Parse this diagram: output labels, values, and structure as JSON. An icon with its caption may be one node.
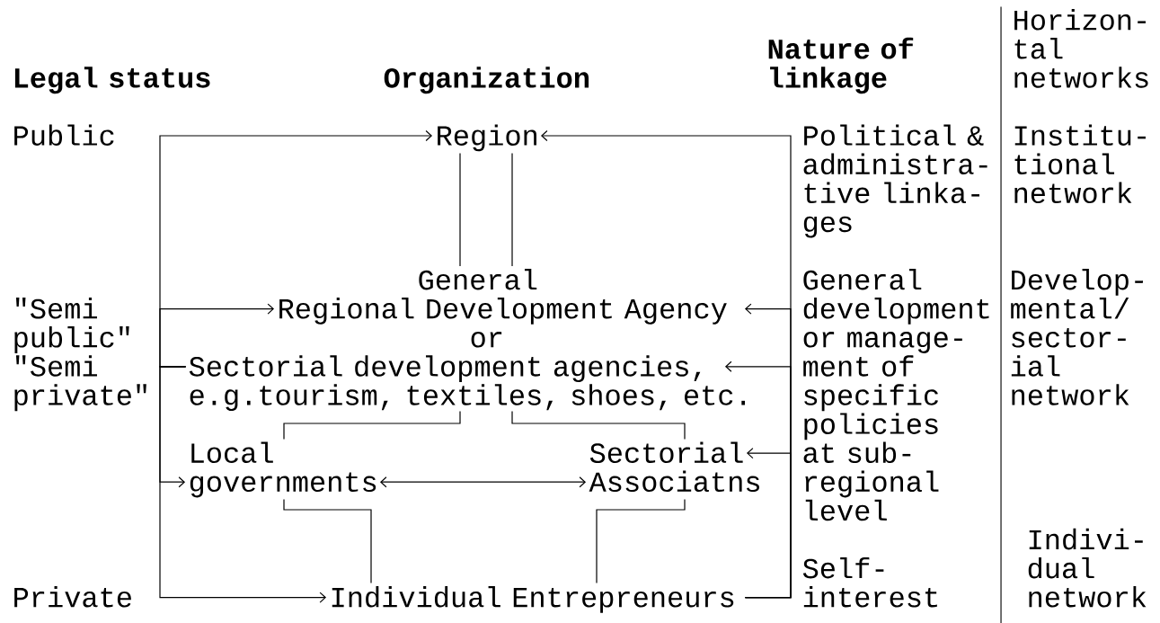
{
  "diagram": {
    "nodes": [
      {
        "text": [
          "Region"
        ]
      },
      {
        "text": [
          "General",
          "Regional Development Agency"
        ]
      },
      {
        "text": [
          "Sectorial development agencies, e.g.tourism, textiles, shoes, etc."
        ]
      },
      {
        "text": [
          "Local governments"
        ]
      },
      {
        "text": [
          "Sectorial Associatns"
        ]
      },
      {
        "text": [
          "Individual Entrepreneurs"
        ]
      }
    ],
    "edges": [
      {
        "from": 2,
        "to": 0,
        "arrow": "to"
      },
      {
        "from": 2,
        "to": 1,
        "arrow": "to"
      },
      {
        "from": 2,
        "to": 3,
        "arrow": "to"
      },
      {
        "from": 2,
        "to": 5,
        "arrow": "to"
      },
      {
        "from": 5,
        "to": 0,
        "arrow": "to"
      },
      {
        "from": 5,
        "to": 1,
        "arrow": "to"
      },
      {
        "from": 5,
        "to": 2,
        "arrow": "to"
      },
      {
        "from": 5,
        "to": 4,
        "arrow": "to"
      },
      {
        "from": 0,
        "to": 1,
        "arrow": "none"
      },
      {
        "from": 0,
        "to": 1,
        "arrow": "none"
      },
      {
        "from": 2,
        "to": 3,
        "arrow": "none"
      },
      {
        "from": 2,
        "to": 4,
        "arrow": "none"
      },
      {
        "from": 3,
        "to": 4,
        "arrow": "both"
      },
      {
        "from": 3,
        "to": 5,
        "arrow": "none"
      },
      {
        "from": 4,
        "to": 5,
        "arrow": "none"
      }
    ],
    "labels": [
      "Horizon- tal networks",
      "Nature of linkage",
      "Legal status",
      "Organization",
      "Public",
      "Political & administra- tive linka- ges",
      "Institu- tional network",
      "General development or manage- ment of specific policies at sub- regional level",
      "Develop- mental/ sector- ial network",
      "\"Semi public\"",
      "or",
      "\"Semi private\"",
      "Indivi- dual network",
      "Self- interest",
      "Private"
    ]
  }
}
